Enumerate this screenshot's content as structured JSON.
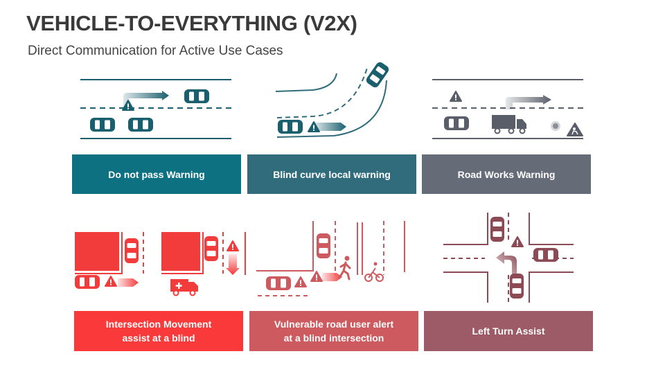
{
  "title": "VEHICLE-TO-EVERYTHING (V2X)",
  "subtitle": "Direct Communication for Active Use Cases",
  "use_cases": [
    {
      "label": "Do not pass Warning",
      "color": "#0e7182"
    },
    {
      "label": "Blind curve local warning",
      "color": "#316c7d"
    },
    {
      "label": "Road Works Warning",
      "color": "#666b78"
    },
    {
      "label": "Intersection Movement\nassist at a blind",
      "color": "#fa3a3a"
    },
    {
      "label": "Vulnerable road user alert\nat a blind intersection",
      "color": "#cc5a5f"
    },
    {
      "label": "Left Turn Assist",
      "color": "#9c5b67"
    }
  ],
  "colors": {
    "teal_dark": "#1a5f6e",
    "slate": "#5a5e68",
    "red": "#f23b3b",
    "maroon": "#8c4a55"
  }
}
